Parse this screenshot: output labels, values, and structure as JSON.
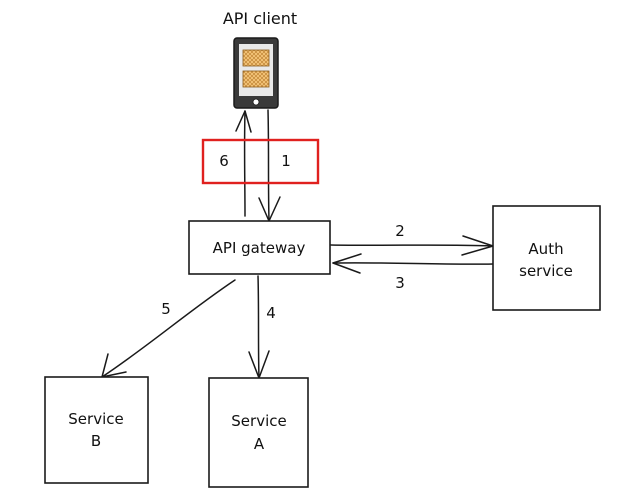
{
  "nodes": {
    "client": {
      "label": "API client"
    },
    "gateway": {
      "label": "API gateway"
    },
    "auth": {
      "label_line1": "Auth",
      "label_line2": "service"
    },
    "service_b": {
      "label_line1": "Service",
      "label_line2": "B"
    },
    "service_a": {
      "label_line1": "Service",
      "label_line2": "A"
    }
  },
  "edges": {
    "step1": "1",
    "step2": "2",
    "step3": "3",
    "step4": "4",
    "step5": "5",
    "step6": "6"
  },
  "colors": {
    "ink": "#1a1a1a",
    "highlight": "#e0211f",
    "device": "#3a3a3a",
    "device_screen": "#e9e9e9",
    "device_card": "#f4c57a"
  }
}
